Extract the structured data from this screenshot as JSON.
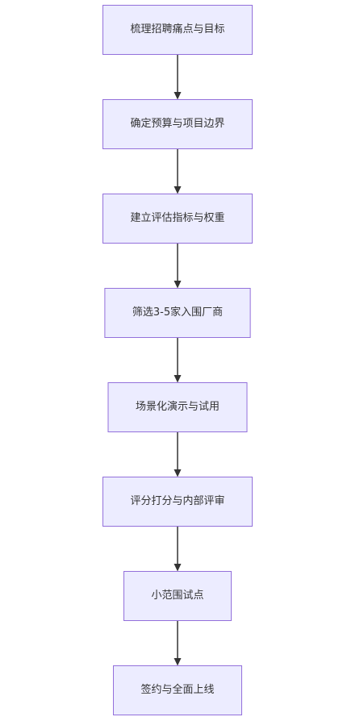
{
  "flowchart": {
    "steps": [
      "梳理招聘痛点与目标",
      "确定预算与项目边界",
      "建立评估指标与权重",
      "筛选3-5家入围厂商",
      "场景化演示与试用",
      "评分打分与内部评审",
      "小范围试点",
      "签约与全面上线"
    ]
  }
}
